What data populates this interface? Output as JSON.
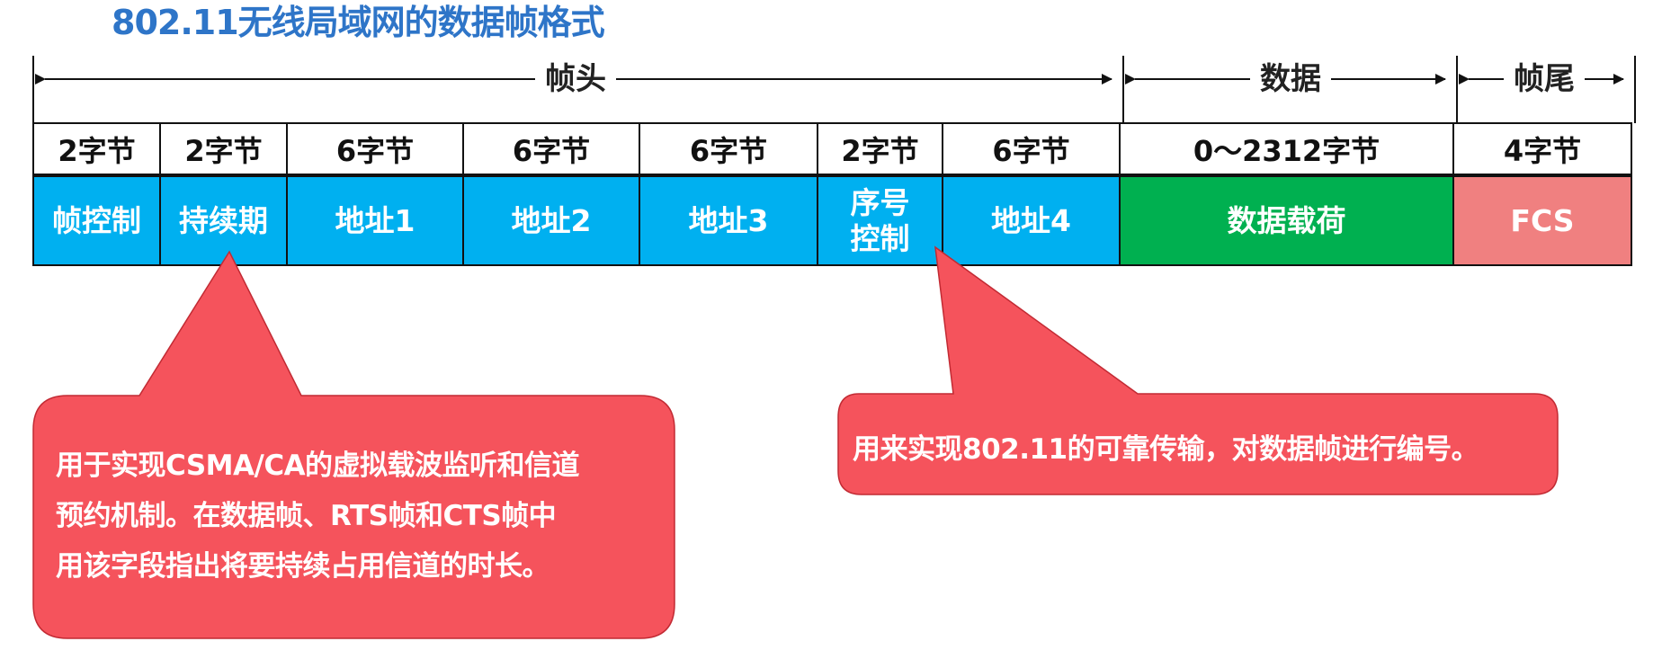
{
  "title": "802.11无线局域网的数据帧格式",
  "spans": [
    {
      "label": "帧头"
    },
    {
      "label": "数据"
    },
    {
      "label": "帧尾"
    }
  ],
  "sizes": [
    "2字节",
    "2字节",
    "6字节",
    "6字节",
    "6字节",
    "2字节",
    "6字节",
    "0～2312字节",
    "4字节"
  ],
  "fields": [
    {
      "label": "帧控制",
      "group": "header",
      "color": "#00b0f0"
    },
    {
      "label": "持续期",
      "group": "header",
      "color": "#00b0f0"
    },
    {
      "label": "地址1",
      "group": "header",
      "color": "#00b0f0"
    },
    {
      "label": "地址2",
      "group": "header",
      "color": "#00b0f0"
    },
    {
      "label": "地址3",
      "group": "header",
      "color": "#00b0f0"
    },
    {
      "label": "序号控制",
      "group": "header",
      "color": "#00b0f0"
    },
    {
      "label": "地址4",
      "group": "header",
      "color": "#00b0f0"
    },
    {
      "label": "数据载荷",
      "group": "data",
      "color": "#00b050"
    },
    {
      "label": "FCS",
      "group": "trailer",
      "color": "#f08080"
    }
  ],
  "callouts": [
    {
      "target": "持续期",
      "color": "#f5535c",
      "lines": [
        "用于实现CSMA/CA的虚拟载波监听和信道",
        "预约机制。在数据帧、RTS帧和CTS帧中",
        "用该字段指出将要持续占用信道的时长。"
      ]
    },
    {
      "target": "序号控制",
      "color": "#f5535c",
      "lines": [
        "用来实现802.11的可靠传输，对数据帧进行编号。"
      ]
    }
  ]
}
